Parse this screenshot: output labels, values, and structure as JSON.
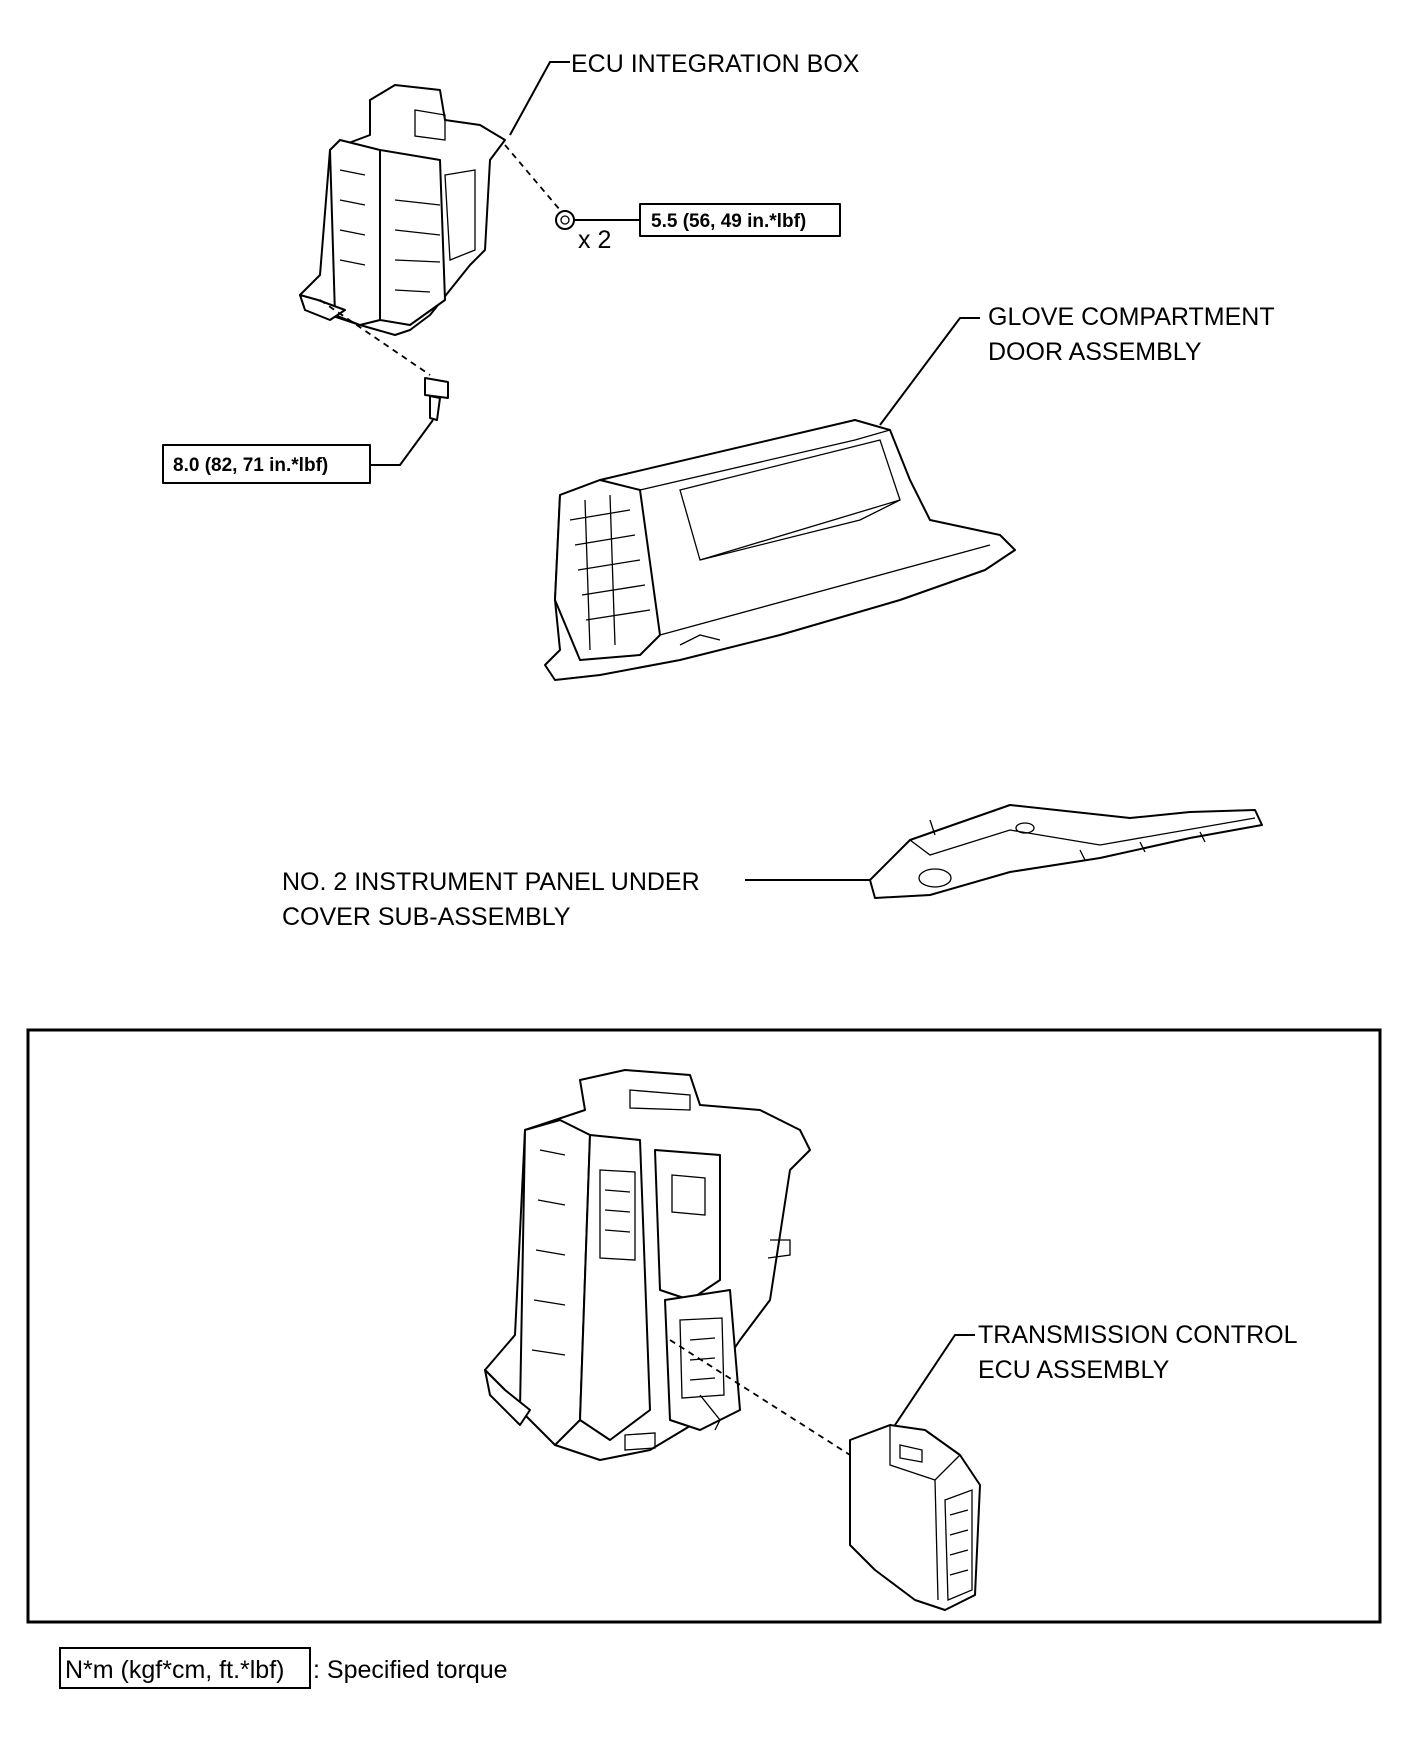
{
  "labels": {
    "ecu_integration_box": "ECU INTEGRATION BOX",
    "glove_line1": "GLOVE COMPARTMENT",
    "glove_line2": "DOOR ASSEMBLY",
    "panel_line1": "NO. 2 INSTRUMENT PANEL UNDER",
    "panel_line2": "COVER SUB-ASSEMBLY",
    "tcu_line1": "TRANSMISSION CONTROL",
    "tcu_line2": "ECU ASSEMBLY"
  },
  "torque": {
    "nut": "5.5 (56, 49 in.*lbf)",
    "nut_quantity": "x 2",
    "bolt": "8.0 (82, 71 in.*lbf)"
  },
  "legend": {
    "unit_box": "N*m (kgf*cm, ft.*lbf)",
    "description": ": Specified torque"
  }
}
